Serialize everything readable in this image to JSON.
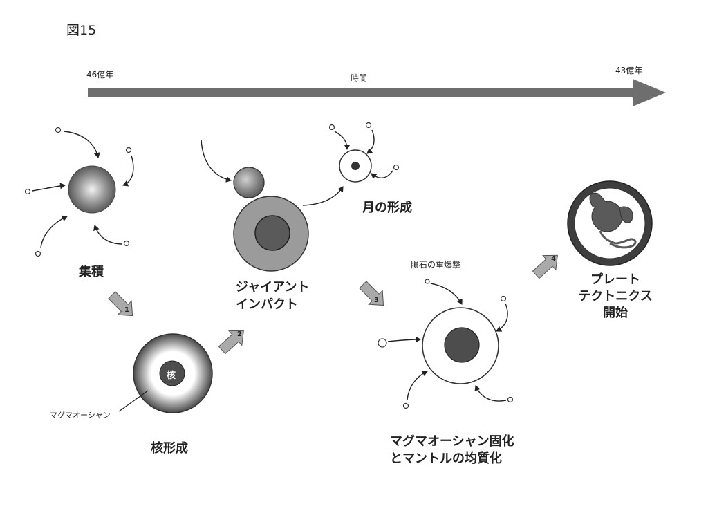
{
  "figure": {
    "label": "図15"
  },
  "timeline": {
    "start_label": "46億年",
    "middle_label": "時間",
    "end_label": "43億年"
  },
  "stages": {
    "accretion": {
      "label": "集積"
    },
    "core_formation": {
      "core_label": "核",
      "label": "核形成",
      "ocean_label": "マグマオーシャン"
    },
    "giant_impact": {
      "label_line1": "ジャイアント",
      "label_line2": "インパクト"
    },
    "moon_formation": {
      "label": "月の形成"
    },
    "bombardment": {
      "label": "隕石の重爆撃"
    },
    "solidification": {
      "label_line1": "マグマオーシャン固化",
      "label_line2": "とマントルの均質化"
    },
    "plate_tectonics": {
      "label_line1": "プレート",
      "label_line2": "テクトニクス",
      "label_line3": "開始"
    }
  },
  "steps": [
    "1",
    "2",
    "3",
    "4"
  ]
}
